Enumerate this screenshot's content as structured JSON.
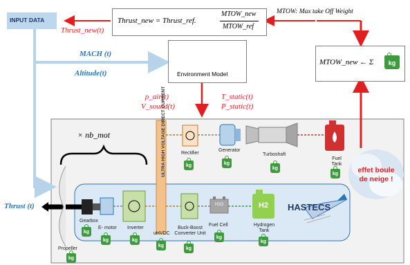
{
  "title_note": "MTOW: Max take Off Weight",
  "input_data": "INPUT DATA",
  "formula_thrust": {
    "lhs": "Thrust_new = Thrust_ref.",
    "num": "MTOW_new",
    "den": "MTOW_ref"
  },
  "thrust_new_label": "Thrust_new(t)",
  "mach_label": "MACH (t)",
  "altitude_label": "Altitude(t)",
  "environment_model": "Environment Model",
  "rho_air": "ρ_air(t)",
  "v_sound": "V_sound(t)",
  "t_static": "T_static(t)",
  "p_static": "P_static(t)",
  "mtow_sum": "MTOW_new ← Σ",
  "nb_mot": "× nb_mot",
  "thrust_label": "Thrust (t)",
  "components": {
    "rectifier": "Rectifier",
    "generator": "Generator",
    "turboshaft": "Turboshaft",
    "fuel_tank": "Fuel Tank",
    "gearbox": "Gearbox",
    "emotor": "E- motor",
    "inverter": "Inverter",
    "uhvdc": "uHVDC",
    "buckboost": "Buck-Boost Converter Unit",
    "fuelcell": "Fuel Cell",
    "h2tank": "Hydrogen Tank",
    "propeller": "Propeller",
    "h2o": "H2O",
    "h2": "H2"
  },
  "uhvdc_bar": "ULTRA HIGH VOLTAGE DIRECT CURRENT",
  "hastecs": "HASTECS",
  "snowball": "effet boule de neige !",
  "kg": "kg",
  "colors": {
    "arrow_blue": "#b7d3ea",
    "red": "#e02020",
    "green": "#3f9a3f",
    "panel": "#f2f2f2",
    "inner": "#dbe9f6"
  }
}
